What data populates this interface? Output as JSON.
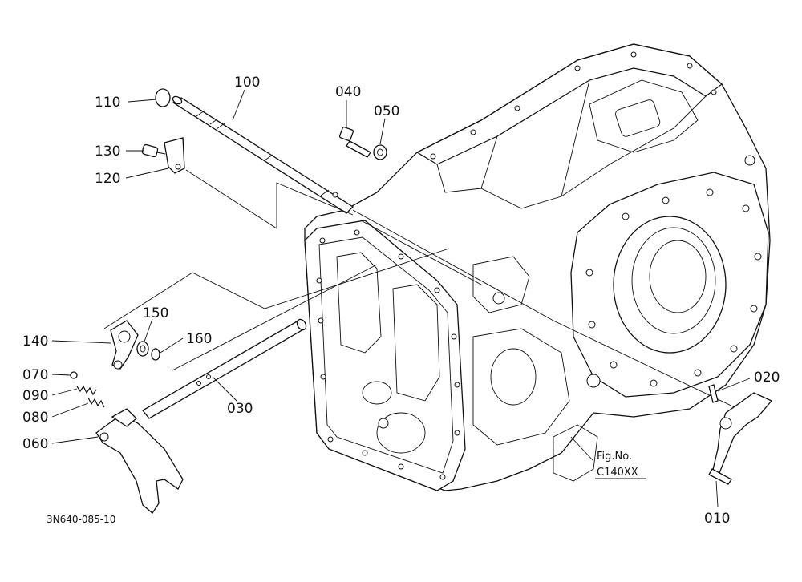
{
  "callouts": {
    "p010": "010",
    "p020": "020",
    "p030": "030",
    "p040": "040",
    "p050": "050",
    "p060": "060",
    "p070": "070",
    "p080": "080",
    "p090": "090",
    "p100": "100",
    "p110": "110",
    "p120": "120",
    "p130": "130",
    "p140": "140",
    "p150": "150",
    "p160": "160"
  },
  "figure": {
    "fig_no_label": "Fig.No.",
    "fig_no_value": "C140XX",
    "drawing_code": "3N640-085-10"
  }
}
